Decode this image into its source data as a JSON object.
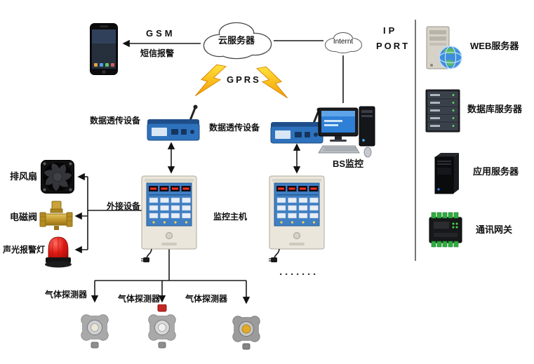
{
  "labels": {
    "gsm": "GSM",
    "sms_alarm": "短信报警",
    "cloud_server": "云服务器",
    "internet": "Internt",
    "ip": "IP",
    "port": "PORT",
    "gprs": "GPRS",
    "dtu_left": "数据透传设备",
    "dtu_right": "数据透传设备",
    "bs_monitor": "BS监控",
    "web_server": "WEB服务器",
    "db_server": "数据库服务器",
    "app_server": "应用服务器",
    "gateway": "通讯网关",
    "exhaust_fan": "排风扇",
    "solenoid_valve": "电磁阀",
    "alarm_light": "声光报警灯",
    "external_devices": "外接设备",
    "monitor_host": "监控主机",
    "gas_detector_1": "气体探测器",
    "gas_detector_2": "气体探测器",
    "gas_detector_3": "气体探测器",
    "more_dots": "·······"
  },
  "icons": [
    "smartphone-icon",
    "cloud-icon",
    "internet-cloud-icon",
    "lightning-icon",
    "dtu-device-icon",
    "workstation-icon",
    "web-server-icon",
    "database-server-icon",
    "app-server-icon",
    "gateway-icon",
    "fan-icon",
    "valve-icon",
    "alarm-beacon-icon",
    "control-panel-icon",
    "gas-detector-icon"
  ],
  "colors": {
    "line": "#1a1a1a",
    "dtu_blue": "#2e72bd",
    "panel_face_blue": "#3f7fc4",
    "lightning_yellow": "#ffd83a",
    "lightning_orange": "#f59a00",
    "alarm_red": "#d91c12",
    "valve_brass": "#c49a2e",
    "screen_blue": "#2e7fd6"
  }
}
